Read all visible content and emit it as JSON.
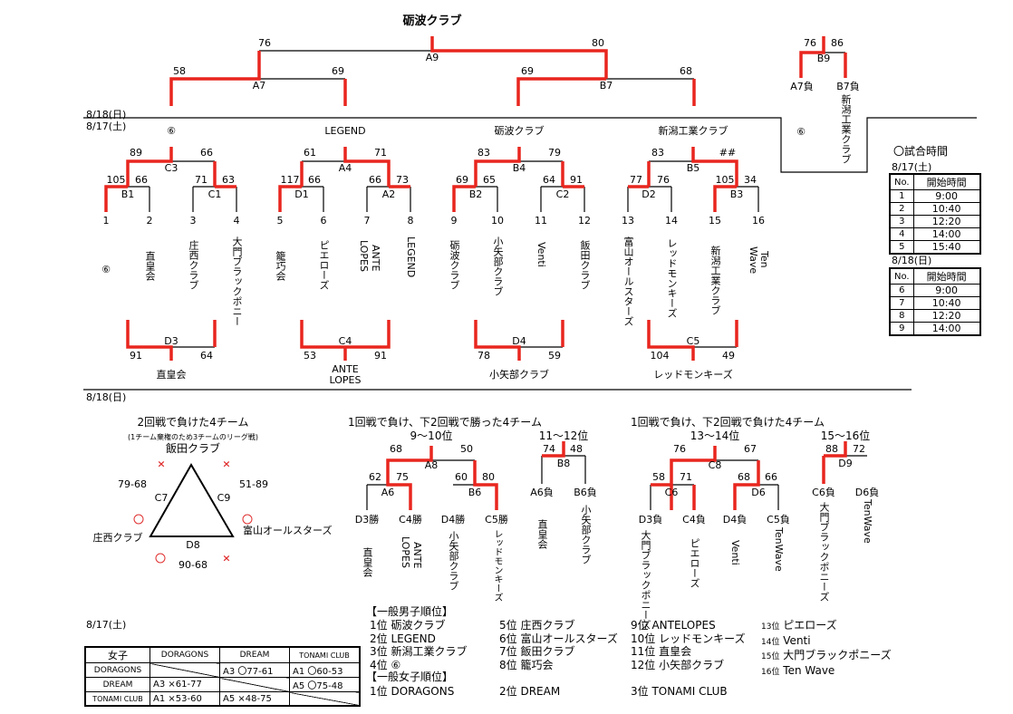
{
  "title": "砺波クラブ",
  "dates": {
    "d818a": "8/18(日)",
    "d817a": "8/17(土)",
    "d818b": "8/18(日)",
    "d817b": "8/17(土)"
  },
  "final": {
    "a9": "A9",
    "a9_l": "76",
    "a9_r": "80",
    "a7": "A7",
    "a7_l": "58",
    "a7_r": "69",
    "b7": "B7",
    "b7_l": "69",
    "b7_r": "68"
  },
  "b9": {
    "label": "B9",
    "l": "76",
    "r": "86",
    "left_slot": "A7負",
    "right_slot": "B7負",
    "right_team": "新潟工業クラブ",
    "circ": "⑥"
  },
  "r2": {
    "w1": "⑥",
    "c3": "C3",
    "c3_l": "89",
    "c3_r": "66",
    "b1": "B1",
    "b1_l": "105",
    "b1_r": "66",
    "c1": "C1",
    "c1_l": "71",
    "c1_r": "63",
    "w2": "LEGEND",
    "a4": "A4",
    "a4_l": "61",
    "a4_r": "71",
    "d1": "D1",
    "d1_l": "117",
    "d1_r": "66",
    "a2": "A2",
    "a2_l": "66",
    "a2_r": "73",
    "w3": "砺波クラブ",
    "b4": "B4",
    "b4_l": "83",
    "b4_r": "79",
    "b2": "B2",
    "b2_l": "69",
    "b2_r": "65",
    "c2": "C2",
    "c2_l": "64",
    "c2_r": "91",
    "w4": "新潟工業クラブ",
    "b5": "B5",
    "b5_l": "83",
    "b5_r": "##",
    "d2": "D2",
    "d2_l": "77",
    "d2_r": "76",
    "b3": "B3",
    "b3_l": "105",
    "b3_r": "34"
  },
  "seeds": [
    "1",
    "2",
    "3",
    "4",
    "5",
    "6",
    "7",
    "8",
    "9",
    "10",
    "11",
    "12",
    "13",
    "14",
    "15",
    "16"
  ],
  "circ_left": "⑥",
  "teams": [
    "直皇会",
    "庄西クラブ",
    "大門ブラックポニー",
    "籠巧会",
    "ピエローズ",
    "LOPES",
    "ANTE",
    "LEGEND",
    "砺波クラブ",
    "小矢部クラブ",
    "Venti",
    "飯田クラブ",
    "富山オールスターズ",
    "レッドモンキーズ",
    "新潟工業クラブ",
    "Wave",
    "Ten"
  ],
  "lower": {
    "d3": "D3",
    "d3_l": "91",
    "d3_r": "64",
    "d3_w": "直皇会",
    "c4": "C4",
    "c4_l": "53",
    "c4_r": "91",
    "c4_w1": "ANTE",
    "c4_w2": "LOPES",
    "d4": "D4",
    "d4_l": "78",
    "d4_r": "59",
    "d4_w": "小矢部クラブ",
    "c5": "C5",
    "c5_l": "104",
    "c5_r": "49",
    "c5_w": "レッドモンキーズ"
  },
  "schedule": {
    "heading": "〇試合時間",
    "date1": "8/17(土)",
    "date2": "8/18(日)",
    "no": "No.",
    "time": "開始時間",
    "rows1": [
      [
        "1",
        "9:00"
      ],
      [
        "2",
        "10:40"
      ],
      [
        "3",
        "12:20"
      ],
      [
        "4",
        "14:00"
      ],
      [
        "5",
        "15:40"
      ]
    ],
    "rows2": [
      [
        "6",
        "9:00"
      ],
      [
        "7",
        "10:40"
      ],
      [
        "8",
        "12:20"
      ],
      [
        "9",
        "14:00"
      ]
    ]
  },
  "league": {
    "heading": "2回戦で負けた4チーム",
    "note": "(1チーム棄権のため3チームのリーグ戦)",
    "top": "飯田クラブ",
    "left": "庄西クラブ",
    "right": "富山オールスターズ",
    "c7": "C7",
    "c9": "C9",
    "d8": "D8",
    "s_c7": "79-68",
    "s_c9": "51-89",
    "s_d8": "90-68"
  },
  "p9": {
    "heading": "1回戦で負け、下2回戦で勝った4チーム",
    "pos": "9～10位",
    "a8": "A8",
    "a8_l": "68",
    "a8_r": "50",
    "a6": "A6",
    "a6_l": "62",
    "a6_r": "75",
    "b6": "B6",
    "b6_l": "60",
    "b6_r": "80",
    "slots": [
      "D3勝",
      "C4勝",
      "D4勝",
      "C5勝"
    ],
    "teams": [
      "直皇会",
      "LOPES",
      "ANTE",
      "小矢部クラブ",
      "レッドモンキーズ"
    ]
  },
  "p11": {
    "pos": "11～12位",
    "b8": "B8",
    "l": "74",
    "r": "48",
    "slots": [
      "A6負",
      "B6負"
    ],
    "teams": [
      "直皇会",
      "小矢部クラブ"
    ]
  },
  "p13": {
    "heading": "1回戦で負け、下2回戦で負けた4チーム",
    "pos": "13～14位",
    "c8": "C8",
    "c8_l": "76",
    "c8_r": "67",
    "c6": "C6",
    "c6_l": "58",
    "c6_r": "71",
    "d6": "D6",
    "d6_l": "68",
    "d6_r": "66",
    "slots": [
      "D3負",
      "C4負",
      "D4負",
      "C5負"
    ],
    "teams": [
      "大門ブラックポニーズ",
      "ピエローズ",
      "Venti",
      "TenWave"
    ]
  },
  "p15": {
    "pos": "15～16位",
    "d9": "D9",
    "l": "88",
    "r": "72",
    "slots": [
      "C6負",
      "D6負"
    ],
    "teams": [
      "大門ブラックポニーズ",
      "TenWave"
    ]
  },
  "men_rank": {
    "heading": "【一般男子順位】",
    "col1": [
      "1位 砺波クラブ",
      "2位 LEGEND",
      "3位 新潟工業クラブ",
      "4位 ⑥"
    ],
    "col2": [
      "5位 庄西クラブ",
      "6位 富山オールスターズ",
      "7位 飯田クラブ",
      "8位 籠巧会"
    ],
    "col3": [
      "9位 ANTELOPES",
      "10位 レッドモンキーズ",
      "11位 直皇会",
      "12位 小矢部クラブ"
    ],
    "col4": [
      [
        "13位",
        "ピエローズ"
      ],
      [
        "14位",
        "Venti"
      ],
      [
        "15位",
        "大門ブラックポニーズ"
      ],
      [
        "16位",
        "Ten Wave"
      ]
    ]
  },
  "women_rank": {
    "heading": "【一般女子順位】",
    "r1": "1位 DORAGONS",
    "r2": "2位 DREAM",
    "r3": "3位 TONAMI CLUB"
  },
  "women_table": {
    "corner": "女子",
    "h1": "DORAGONS",
    "h2": "DREAM",
    "h3": "TONAMI CLUB",
    "r1": "DORAGONS",
    "r2": "DREAM",
    "r3": "TONAMI CLUB",
    "r1c2": "A3 〇77-61",
    "r1c3": "A1 〇60-53",
    "r2c1": "A3 ×61-77",
    "r2c3": "A5 〇75-48",
    "r3c1": "A1 ×53-60",
    "r3c2": "A5 ×48-75"
  },
  "colors": {
    "win": "#e8261f",
    "line": "#000000"
  }
}
